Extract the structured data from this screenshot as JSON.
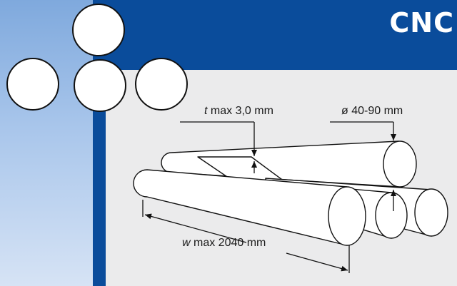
{
  "header": {
    "title": "CNC"
  },
  "labels": {
    "thickness_var": "t",
    "thickness_text": " max 3,0 mm",
    "diameter_text": "ø 40-90 mm",
    "length_var": "w",
    "length_text": " max 2040 mm"
  },
  "colors": {
    "brand_blue": "#0a4c9b",
    "panel_gray": "#ebebec",
    "left_gradient_top": "#7fa9dd",
    "left_gradient_bottom": "#d6e3f5"
  }
}
